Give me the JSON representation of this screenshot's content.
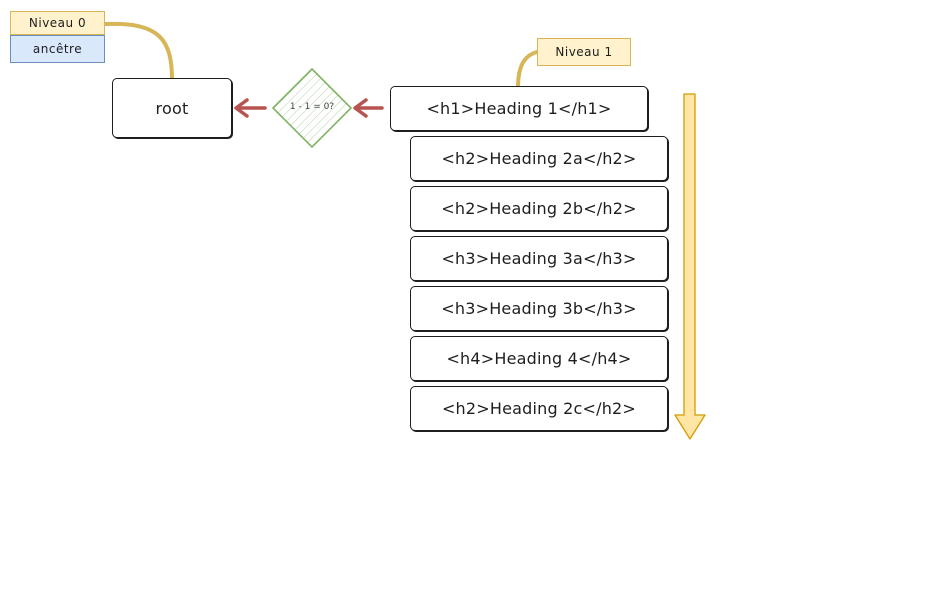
{
  "tags": {
    "level0": "Niveau 0",
    "ancestor": "ancêtre",
    "level1": "Niveau 1"
  },
  "root_label": "root",
  "decision_label": "1 - 1 = 0?",
  "headings": [
    "<h1>Heading 1</h1>",
    "<h2>Heading 2a</h2>",
    "<h2>Heading 2b</h2>",
    "<h3>Heading 3a</h3>",
    "<h3>Heading 3b</h3>",
    "<h4>Heading 4</h4>",
    "<h2>Heading 2c</h2>"
  ],
  "colors": {
    "connector_red": "#b85450",
    "diamond_border": "#82b366",
    "diamond_fill": "#d5e8d4",
    "tag_yellow": "#fff2cc",
    "tag_yellow_border": "#d6b656",
    "tag_blue": "#dae8fc",
    "flow_arrow_fill": "#ffe6a5",
    "flow_arrow_border": "#d79b00"
  }
}
